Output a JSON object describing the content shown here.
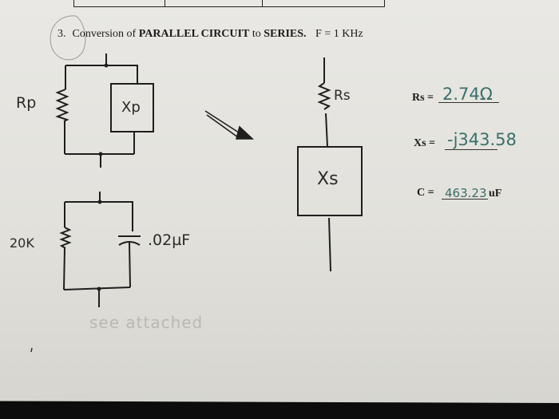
{
  "header": {
    "problem_number": "3.",
    "title_prefix": "Conversion of ",
    "title_bold": "PARALLEL CIRCUIT",
    "title_mid": " to ",
    "title_bold2": "SERIES.",
    "frequency": "F = 1 KHz"
  },
  "parallel_circuit_generic": {
    "resistor_label": "Rp",
    "reactance_label": "Xp"
  },
  "series_circuit": {
    "resistor_label": "Rs",
    "reactance_label": "Xs",
    "arrow": "conversion-arrow"
  },
  "parallel_circuit_values": {
    "resistor_value": "20K",
    "capacitor_value": ".02µF"
  },
  "answers": {
    "rs": {
      "label": "Rs =",
      "value": "2.74Ω"
    },
    "xs": {
      "label": "Xs =",
      "value": "-j343.58"
    },
    "c": {
      "label": "C =",
      "value": "463.23",
      "unit": "uF"
    }
  },
  "footnote": {
    "faint_text": "see attached"
  },
  "colors": {
    "paper": "#e6e5e0",
    "ink": "#1b1b1b",
    "pen_green": "#3b6f6a"
  }
}
